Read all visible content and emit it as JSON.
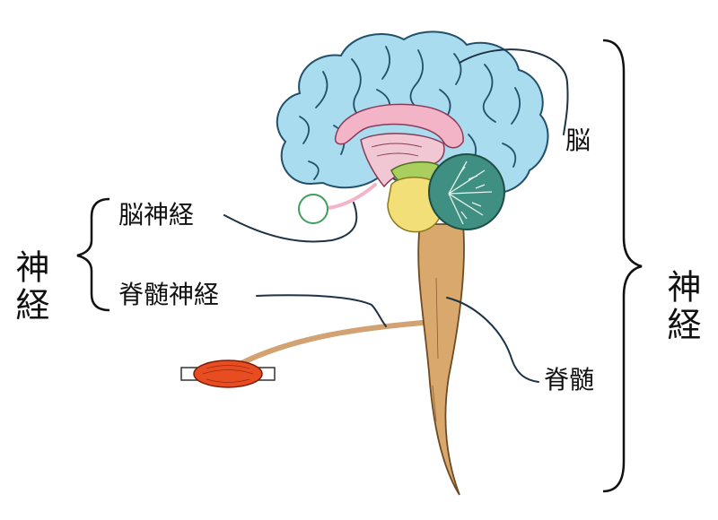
{
  "labels": {
    "brain": "脳",
    "cranial_nerves": "脳神経",
    "spinal_nerves": "脊髄神経",
    "spinal_cord": "脊髄",
    "nerves_left": "神経",
    "nerves_right": "神経"
  },
  "colors": {
    "cerebrum": "#a9dcee",
    "cerebrum_outline": "#23506a",
    "corpus_callosum": "#f4b4c8",
    "diencephalon": "#f1c7d4",
    "midbrain": "#a9cf5e",
    "pons": "#f3df78",
    "cerebellum": "#3f8f82",
    "spinal_cord": "#d9a86c",
    "nerve_fiber": "#d2a273",
    "muscle": "#e84d22",
    "olfactory_ring": "#3f9f5a",
    "leader_line": "#1e3345"
  },
  "icons": [
    "brain-illustration",
    "muscle-icon",
    "olfactory-bulb-ring",
    "left-curly-brace",
    "right-curly-brace"
  ]
}
